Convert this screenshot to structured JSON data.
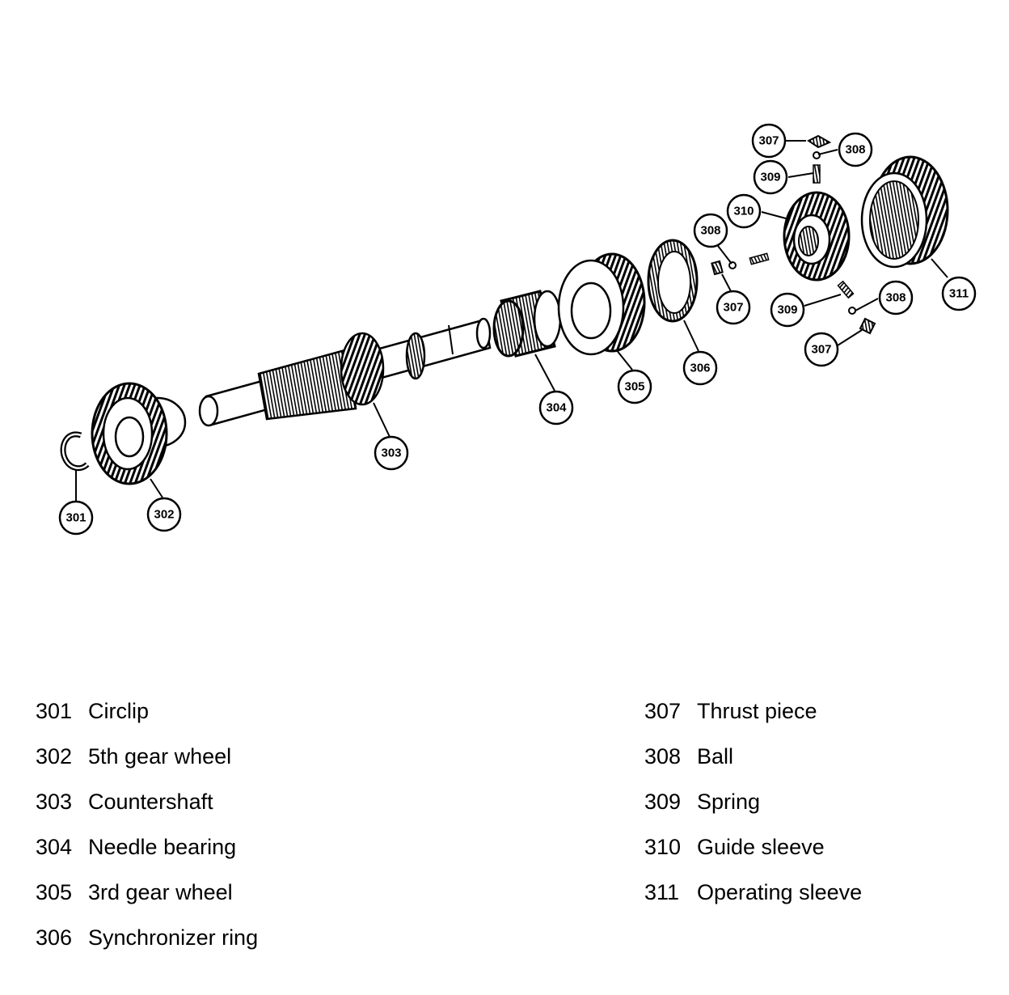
{
  "callouts": [
    "301",
    "302",
    "303",
    "304",
    "305",
    "306",
    "307",
    "308",
    "309",
    "310",
    "311"
  ],
  "legend": {
    "left": [
      {
        "num": "301",
        "label": "Circlip"
      },
      {
        "num": "302",
        "label": "5th gear wheel"
      },
      {
        "num": "303",
        "label": "Countershaft"
      },
      {
        "num": "304",
        "label": "Needle bearing"
      },
      {
        "num": "305",
        "label": "3rd gear wheel"
      },
      {
        "num": "306",
        "label": "Synchronizer ring"
      }
    ],
    "right": [
      {
        "num": "307",
        "label": "Thrust piece"
      },
      {
        "num": "308",
        "label": "Ball"
      },
      {
        "num": "309",
        "label": "Spring"
      },
      {
        "num": "310",
        "label": "Guide sleeve"
      },
      {
        "num": "311",
        "label": "Operating sleeve"
      }
    ]
  }
}
